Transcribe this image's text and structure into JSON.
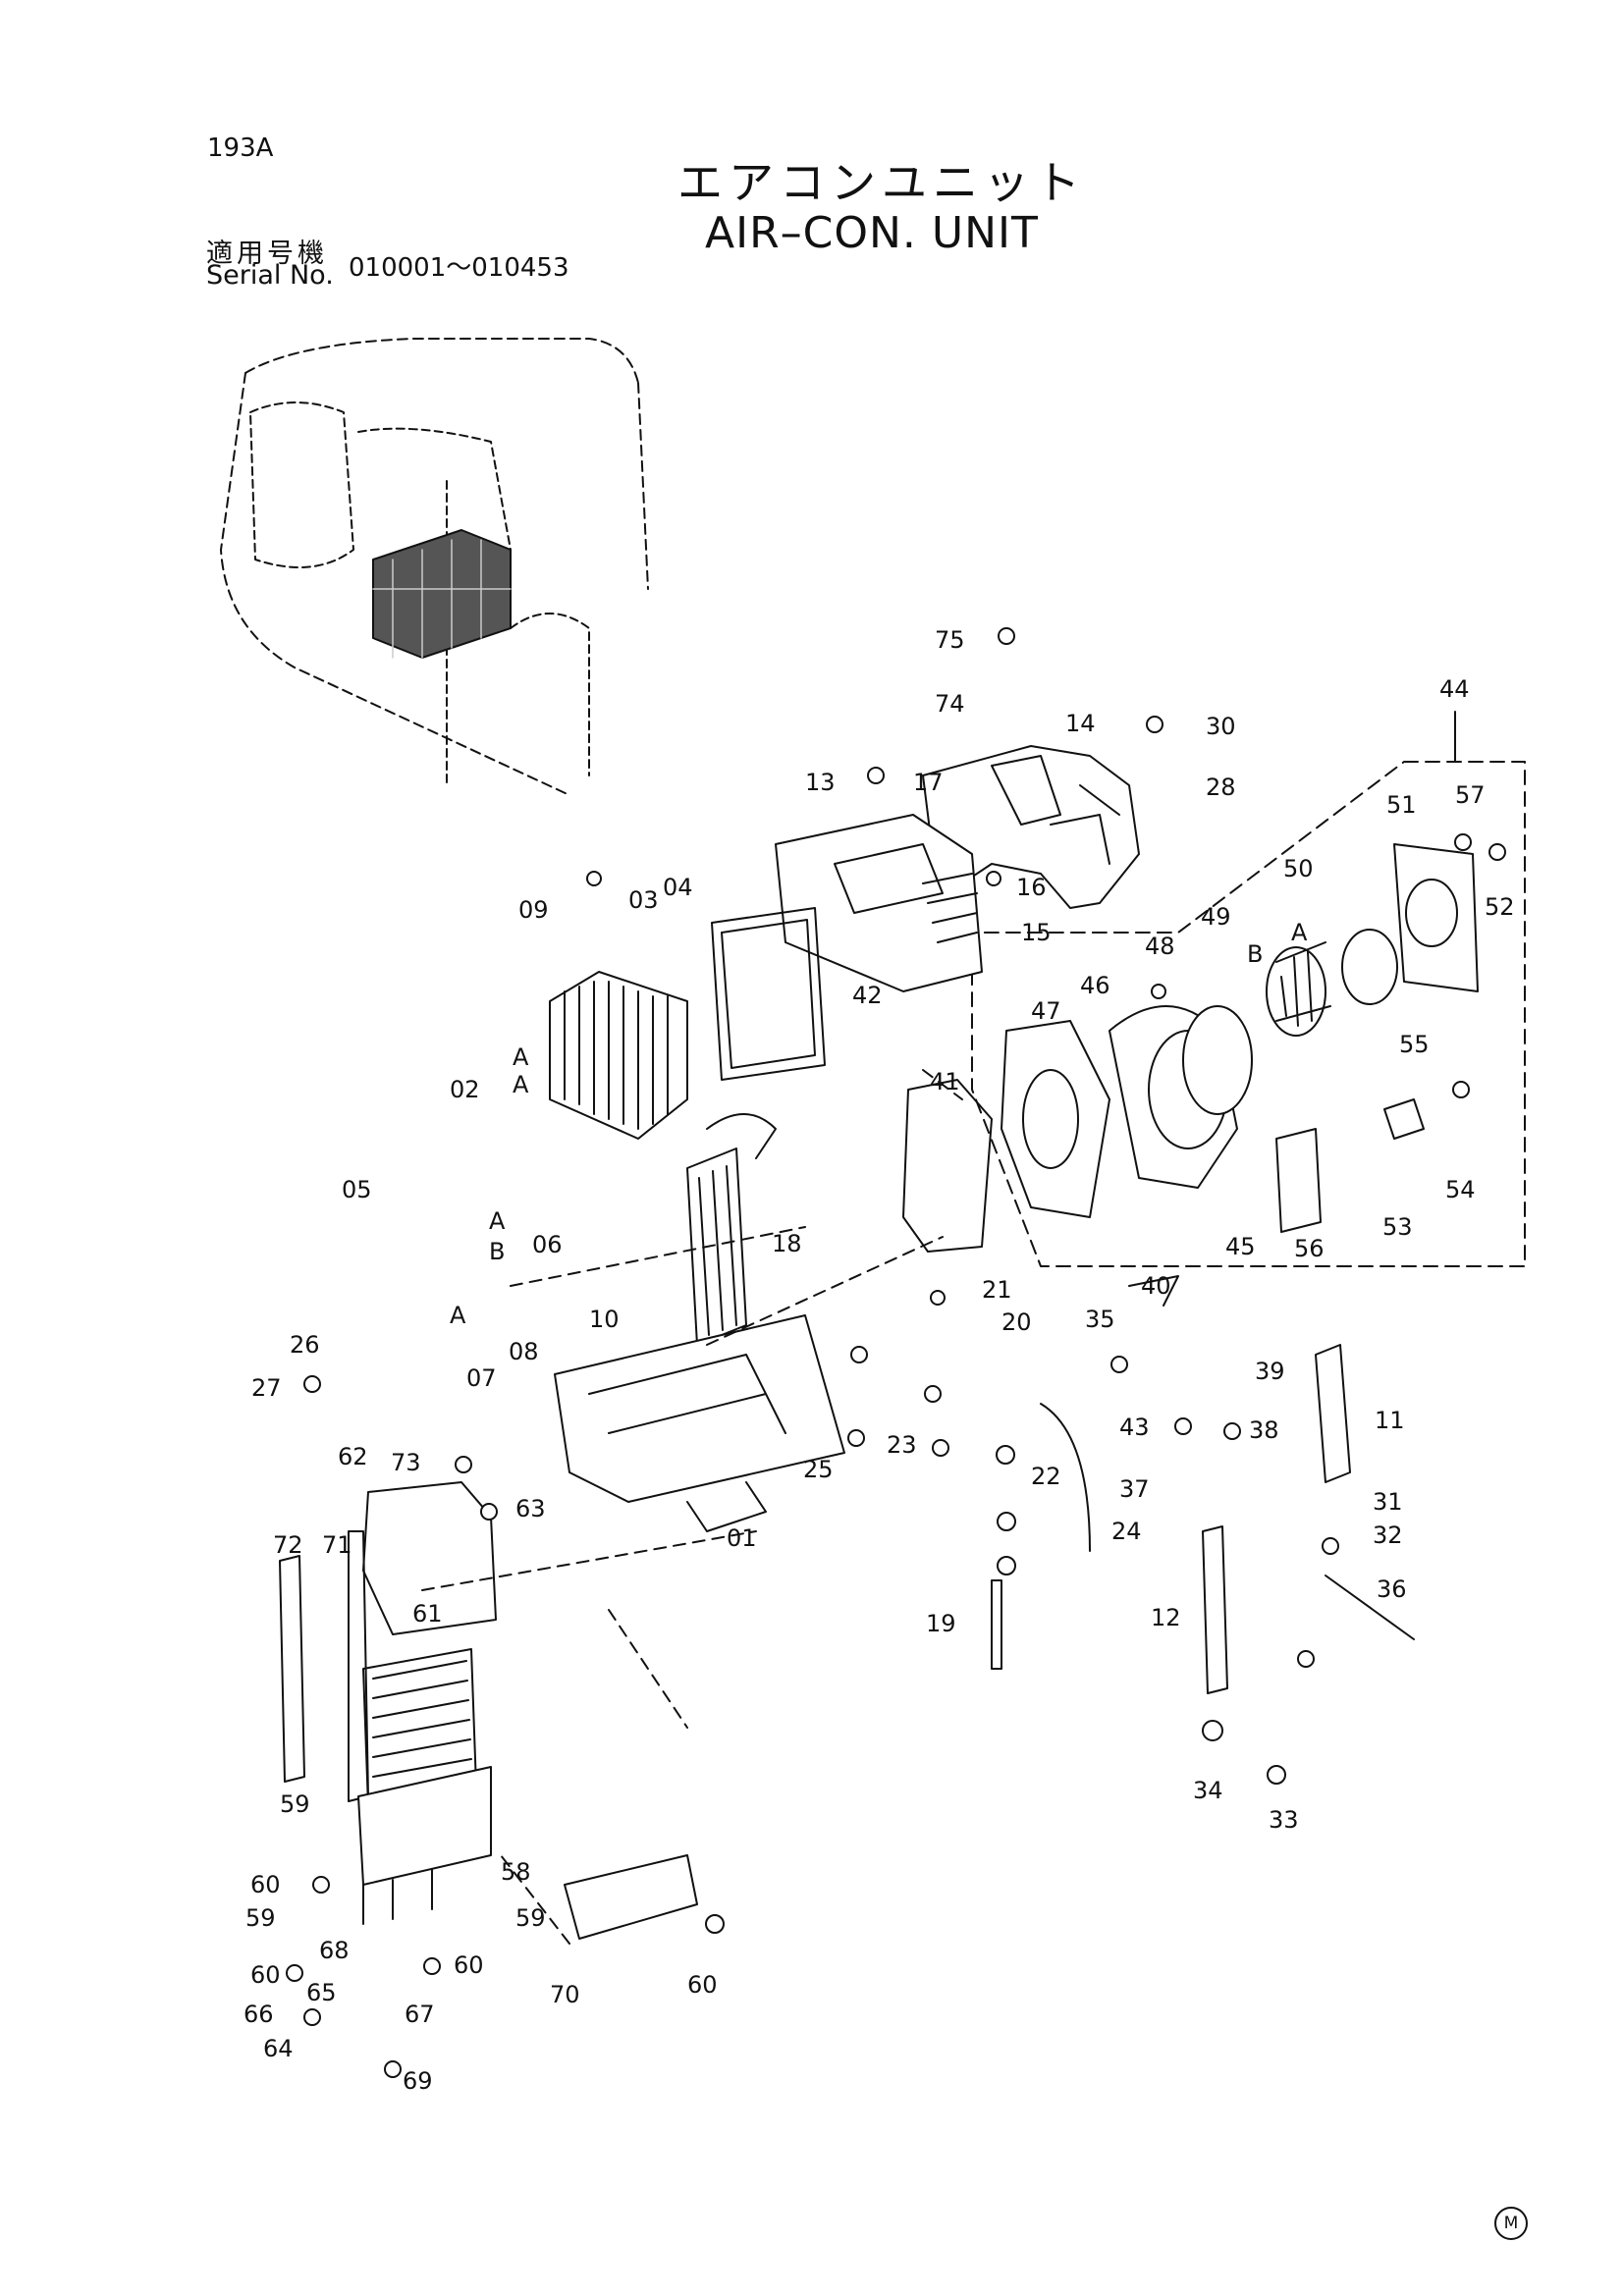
{
  "page_code": "193A",
  "title_jp": "エアコンユニット",
  "title_en": "AIR–CON. UNIT",
  "serial_label_jp": "適用号機",
  "serial_label_en": "Serial No.",
  "serial_range": "010001～010453",
  "footer_mark": "M",
  "group_letters": {
    "A": "A",
    "B": "B"
  },
  "part_labels": [
    "75",
    "74",
    "14",
    "30",
    "28",
    "44",
    "13",
    "17",
    "16",
    "15",
    "51",
    "57",
    "52",
    "50",
    "09",
    "03",
    "04",
    "42",
    "49",
    "48",
    "02",
    "46",
    "47",
    "41",
    "55",
    "05",
    "06",
    "18",
    "54",
    "53",
    "45",
    "56",
    "21",
    "20",
    "35",
    "40",
    "10",
    "08",
    "07",
    "26",
    "27",
    "25",
    "39",
    "23",
    "22",
    "38",
    "43",
    "11",
    "37",
    "24",
    "31",
    "32",
    "62",
    "73",
    "63",
    "01",
    "72",
    "71",
    "61",
    "19",
    "12",
    "36",
    "33",
    "34",
    "59",
    "60",
    "58",
    "65",
    "66",
    "64",
    "67",
    "68",
    "69",
    "70"
  ]
}
